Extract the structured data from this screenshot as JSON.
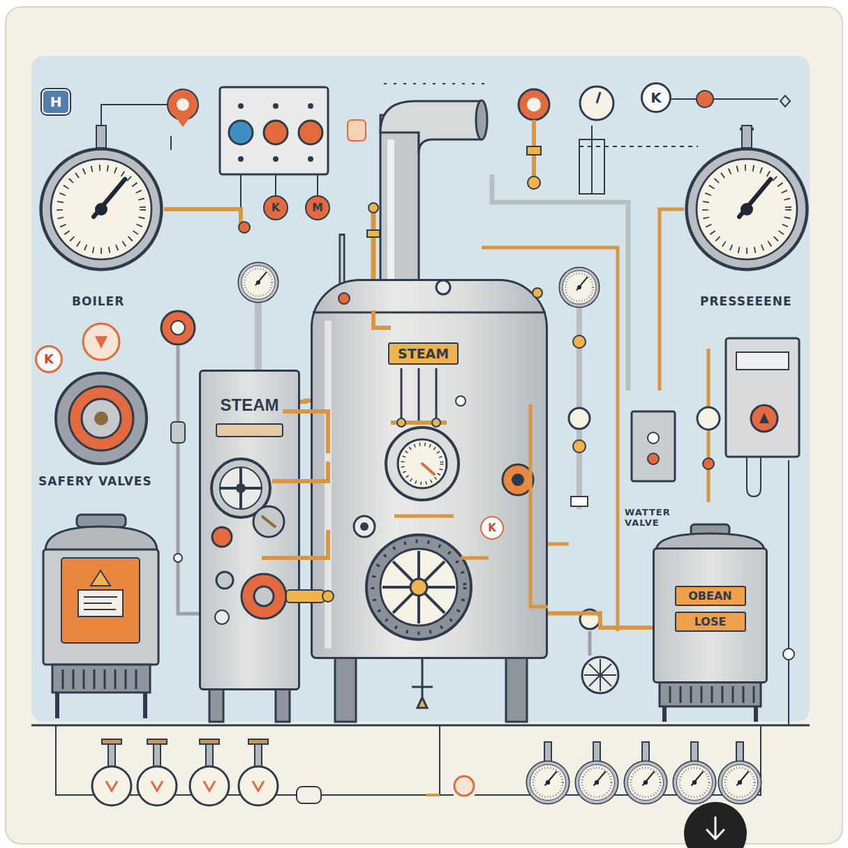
{
  "diagram": {
    "nodes": [
      {
        "text": [
          "H"
        ]
      },
      {
        "text": [
          "K"
        ]
      },
      {
        "text": [
          "K"
        ]
      },
      {
        "text": [
          "M"
        ]
      },
      {
        "text": [
          "K"
        ]
      },
      {
        "text": [
          "STEAM"
        ]
      },
      {
        "text": [
          "STEAM"
        ]
      },
      {
        "text": [
          "K"
        ],
        "in": 5
      },
      {
        "text": [
          "OBEAN",
          "LOSE"
        ]
      }
    ],
    "edges": [
      {
        "from": 6,
        "to": 5,
        "arrow": "none"
      },
      {
        "from": 5,
        "to": 8,
        "arrow": "none"
      }
    ],
    "labels": [
      "BOILER",
      "PRESSEEENE",
      "SAFERY VALVES",
      "WATTER VALVE"
    ]
  }
}
